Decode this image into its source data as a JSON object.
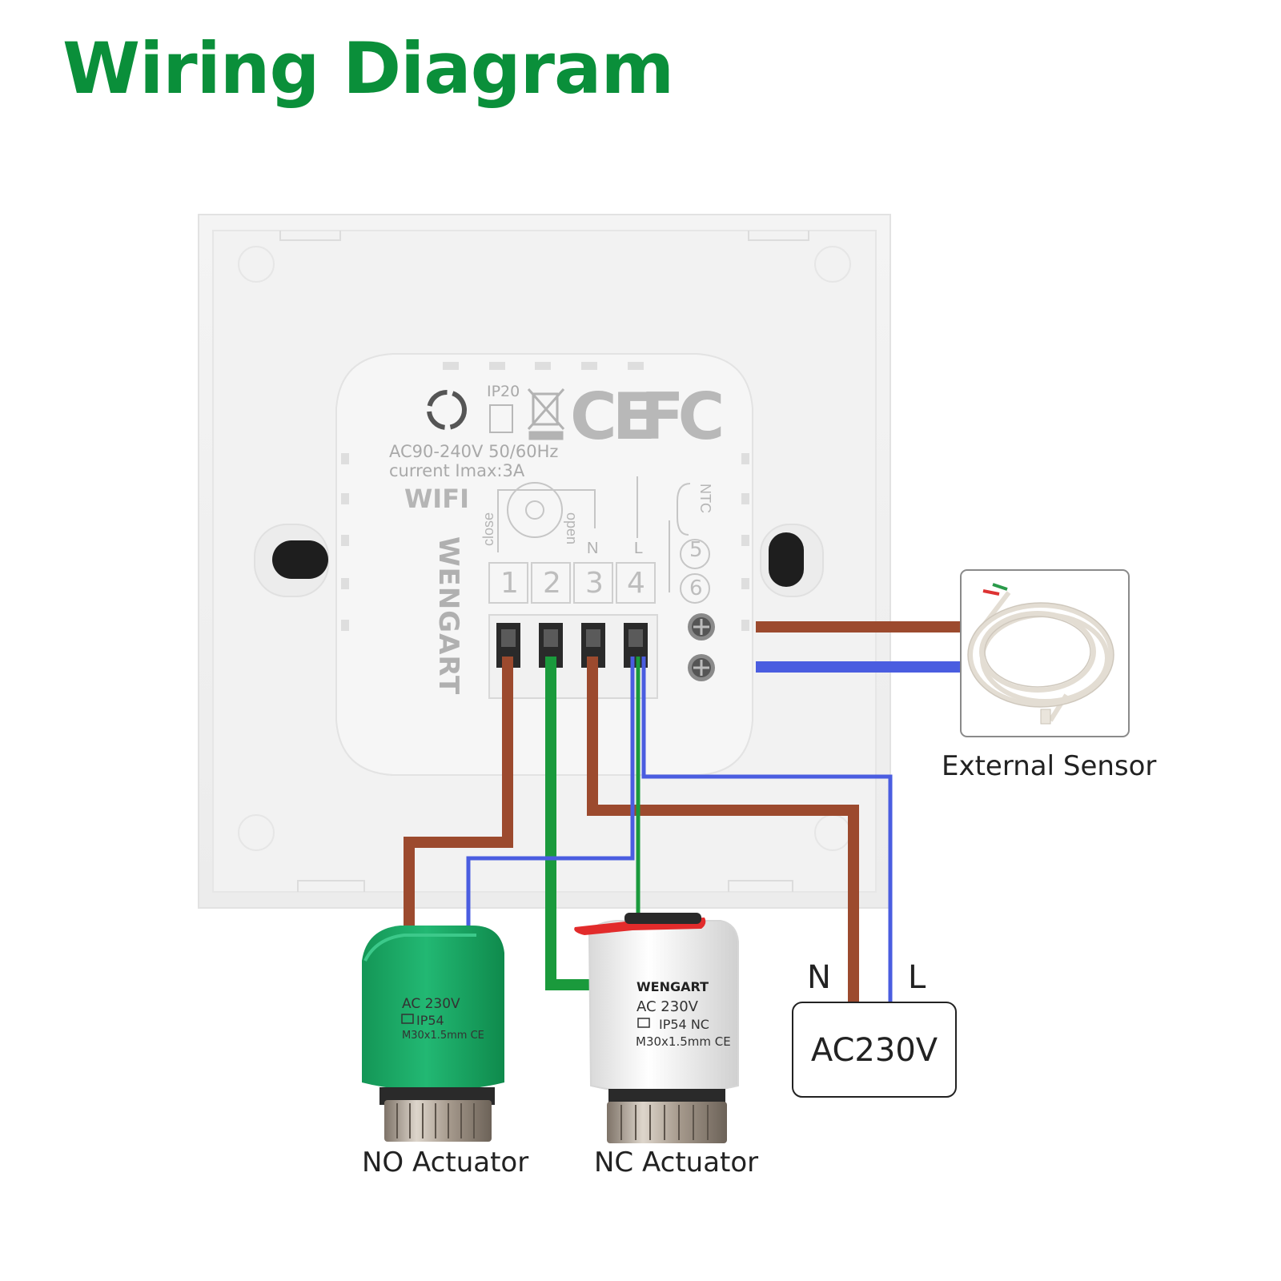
{
  "title": "Wiring Diagram",
  "device": {
    "brand": "WENGART",
    "voltage": "AC90-240V 50/60Hz",
    "current": "current Imax:3A",
    "wifi": "WIFI",
    "rating": "IP20",
    "cert_ce": "CE",
    "cert_fc": "FC",
    "label_close": "close",
    "label_open": "open",
    "label_n": "N",
    "label_l": "L",
    "label_ntc": "NTC",
    "terminals": [
      "1",
      "2",
      "3",
      "4",
      "5",
      "6"
    ]
  },
  "labels": {
    "external_sensor": "External Sensor",
    "no_actuator": "NO Actuator",
    "nc_actuator": "NC Actuator",
    "neutral": "N",
    "live": "L",
    "power": "AC230V"
  },
  "no_actuator_print": {
    "line1": "AC 230V",
    "line2": "IP54",
    "line3": "M30x1.5mm CE"
  },
  "nc_actuator_print": {
    "brand": "WENGART",
    "line1": "AC 230V",
    "line2": "IP54 NC",
    "line3": "M30x1.5mm CE"
  },
  "colors": {
    "title": "#0a8f3a",
    "wire_brown": "#9c4a2e",
    "wire_green": "#1a9a3c",
    "wire_blue": "#4a5de0",
    "actuator_green": "#1bab6a"
  }
}
